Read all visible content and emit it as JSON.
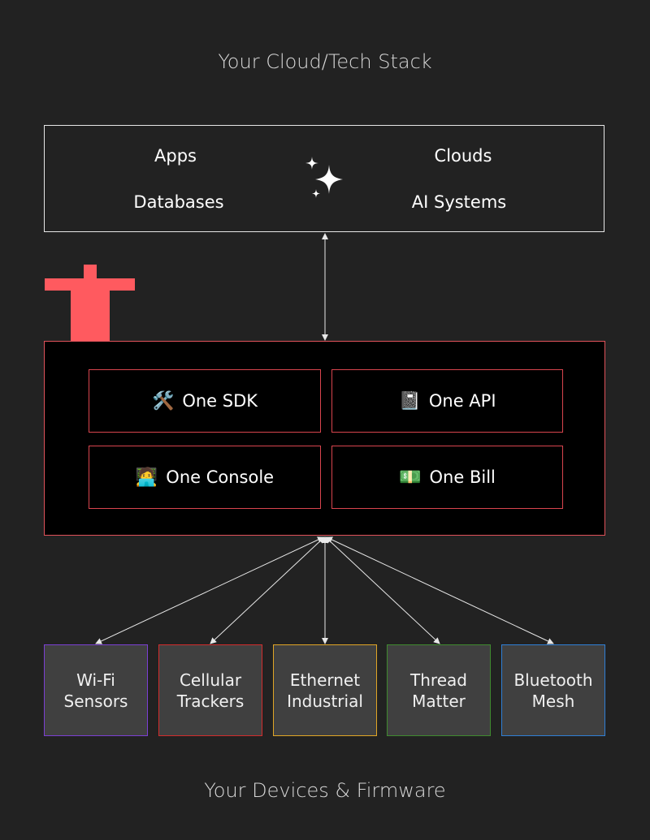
{
  "top_title": "Your Cloud/Tech Stack",
  "bottom_title": "Your Devices & Firmware",
  "cloud_stack": {
    "items": [
      "Apps",
      "Databases",
      "Clouds",
      "AI Systems"
    ]
  },
  "platform": {
    "features": [
      {
        "emoji": "🛠️",
        "label": "One SDK"
      },
      {
        "emoji": "📓",
        "label": "One API"
      },
      {
        "emoji": "🧑‍💻",
        "label": "One Console"
      },
      {
        "emoji": "💵",
        "label": "One Bill"
      }
    ]
  },
  "devices": [
    {
      "line1": "Wi-Fi",
      "line2": "Sensors",
      "color": "#7b3fd4"
    },
    {
      "line1": "Cellular",
      "line2": "Trackers",
      "color": "#d22c2c"
    },
    {
      "line1": "Ethernet",
      "line2": "Industrial",
      "color": "#e0a526"
    },
    {
      "line1": "Thread",
      "line2": "Matter",
      "color": "#3f8a2f"
    },
    {
      "line1": "Bluetooth",
      "line2": "Mesh",
      "color": "#2f7fd6"
    }
  ],
  "colors": {
    "mascot": "#ff5a5f",
    "platform_border": "#e0525a",
    "connector": "#e8e8e8"
  }
}
